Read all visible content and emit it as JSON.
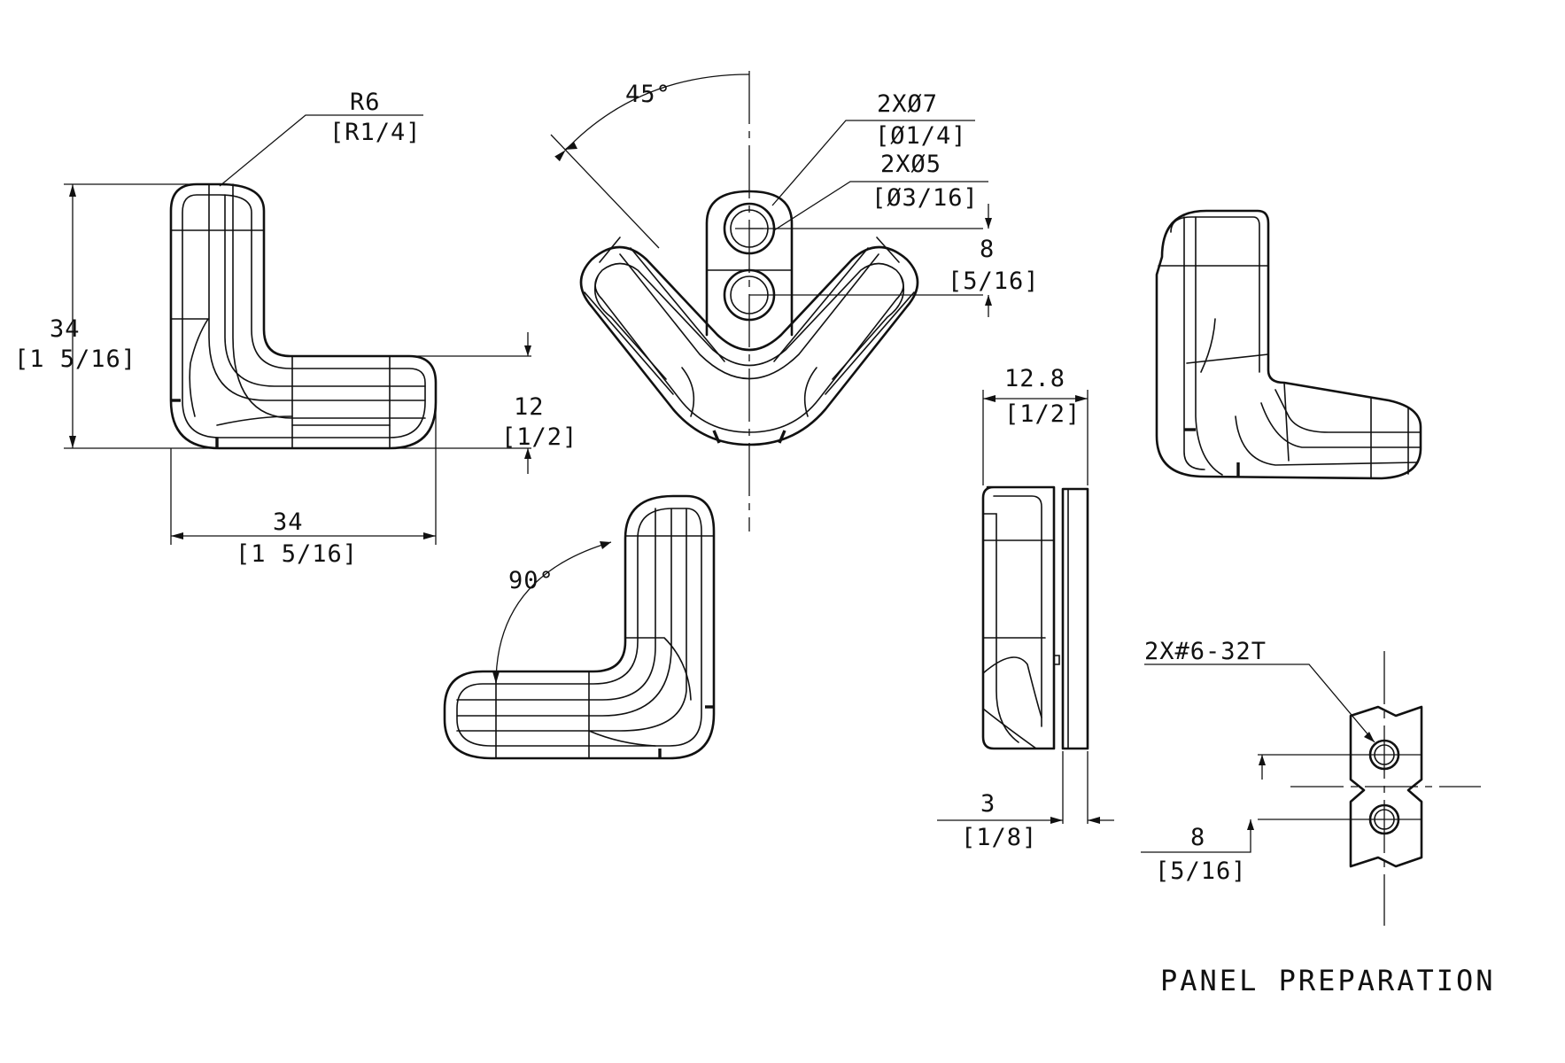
{
  "views": {
    "front_left": {
      "radius_mm": "R6",
      "radius_in": "[R1/4]",
      "height_mm": "34",
      "height_in": "[1 5/16]",
      "leg_thickness_mm": "12",
      "leg_thickness_in": "[1/2]",
      "width_mm": "34",
      "width_in": "[1 5/16]"
    },
    "top_v": {
      "angle": "45°",
      "hole_large_mm": "2XØ7",
      "hole_large_in": "[Ø1/4]",
      "hole_small_mm": "2XØ5",
      "hole_small_in": "[Ø3/16]",
      "hole_spacing_mm": "8",
      "hole_spacing_in": "[5/16]"
    },
    "bottom_rotated": {
      "angle": "90°"
    },
    "side": {
      "depth_mm": "12.8",
      "depth_in": "[1/2]",
      "glass_gap_mm": "3",
      "glass_gap_in": "[1/8]"
    },
    "panel_preparation": {
      "thread_callout": "2X#6-32T",
      "hole_spacing_mm": "8",
      "hole_spacing_in": "[5/16]",
      "title": "PANEL PREPARATION"
    }
  }
}
